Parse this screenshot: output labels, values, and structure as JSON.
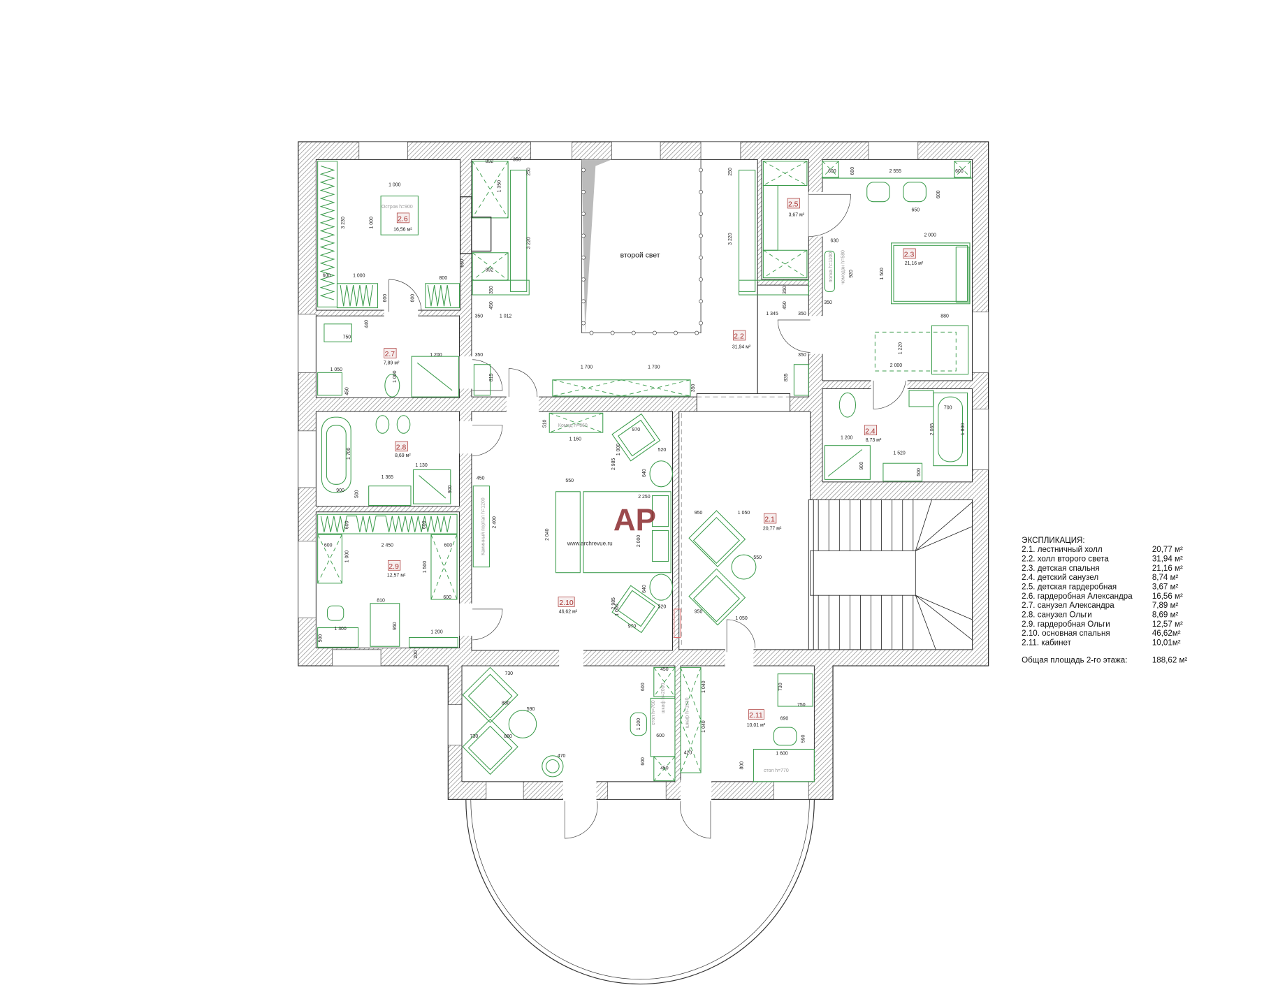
{
  "void_label": "второй свет",
  "rooms": {
    "r21": {
      "num": "2.1",
      "area": "20,77 м²"
    },
    "r22": {
      "num": "2.2",
      "area": "31,94 м²"
    },
    "r23": {
      "num": "2.3",
      "area": "21,16 м²"
    },
    "r24": {
      "num": "2.4",
      "area": "8,73 м²"
    },
    "r25": {
      "num": "2.5",
      "area": "3,67 м²"
    },
    "r26": {
      "num": "2.6",
      "area": "16,56 м²"
    },
    "r27": {
      "num": "2.7",
      "area": "7,89 м²"
    },
    "r28": {
      "num": "2.8",
      "area": "8,69 м²"
    },
    "r29": {
      "num": "2.9",
      "area": "12,57 м²"
    },
    "r210": {
      "num": "2.10",
      "area": "46,62 м²"
    },
    "r211": {
      "num": "2.11",
      "area": "10,01 м²"
    }
  },
  "legend": {
    "title": "ЭКСПЛИКАЦИЯ:",
    "items": [
      {
        "label": "2.1. лестничный холл",
        "area": "20,77 м²"
      },
      {
        "label": "2.2. холл второго света",
        "area": "31,94 м²"
      },
      {
        "label": "2.3. детская спальня",
        "area": "21,16 м²"
      },
      {
        "label": "2.4. детский санузел",
        "area": "8,74 м²"
      },
      {
        "label": "2.5. детская гардеробная",
        "area": "3,67 м²"
      },
      {
        "label": "2.6. гардеробная Александра",
        "area": "16,56 м²"
      },
      {
        "label": "2.7. санузел Александра",
        "area": "7,89 м²"
      },
      {
        "label": "2.8. санузел Ольги",
        "area": "8,69 м²"
      },
      {
        "label": "2.9. гардеробная Ольги",
        "area": "12,57 м²"
      },
      {
        "label": "2.10. основная спальня",
        "area": "46,62м²"
      },
      {
        "label": "2.11. кабинет",
        "area": "10,01м²"
      }
    ],
    "total_label": "Общая площадь 2-го этажа:",
    "total": "188,62 м²"
  },
  "watermark": {
    "logo": "AP",
    "url": "www.archrevue.ru"
  },
  "dims": [
    "1 000",
    "3 230",
    "1 000",
    "Остров h=900",
    "892",
    "1 350",
    "350",
    "250",
    "3 220",
    "660",
    "892",
    "600",
    "1 000",
    "800",
    "600",
    "600",
    "350",
    "450",
    "350",
    "1 012",
    "440",
    "750",
    "1 200",
    "1 000",
    "1 050",
    "450",
    "350",
    "815",
    "1 700",
    "1 700",
    "350",
    "250",
    "3 220",
    "350",
    "450",
    "1 345",
    "350",
    "350",
    "835",
    "600",
    "600",
    "2 555",
    "600",
    "600",
    "650",
    "630",
    "полка h=1100",
    "чемодан h=580",
    "920",
    "350",
    "2 000",
    "1 500",
    "880",
    "1 220",
    "2 000",
    "700",
    "2 065",
    "1 800",
    "1 200",
    "1 520",
    "900",
    "500",
    "1 700",
    "1 130",
    "1 365",
    "900",
    "500",
    "900",
    "450",
    "Каминный портал h=1200",
    "2 400",
    "600",
    "600",
    "600",
    "2 450",
    "600",
    "1 000",
    "1 500",
    "600",
    "810",
    "950",
    "1 300",
    "500",
    "1 200",
    "200",
    "510",
    "Комод h=860",
    "1 160",
    "970",
    "520",
    "1 000",
    "640",
    "2 985",
    "550",
    "2 250",
    "2 040",
    "2 000",
    "2 985",
    "640",
    "520",
    "1 000",
    "970",
    "950",
    "1 050",
    "550",
    "950",
    "1 050",
    "730",
    "880",
    "590",
    "730",
    "880",
    "470",
    "450",
    "600",
    "шкаф h=2000",
    "1 200",
    "стол h=760",
    "600",
    "600",
    "450",
    "шкаф h=1930",
    "1 040",
    "1 040",
    "420",
    "730",
    "750",
    "690",
    "590",
    "1 600",
    "800",
    "стол h=770"
  ]
}
